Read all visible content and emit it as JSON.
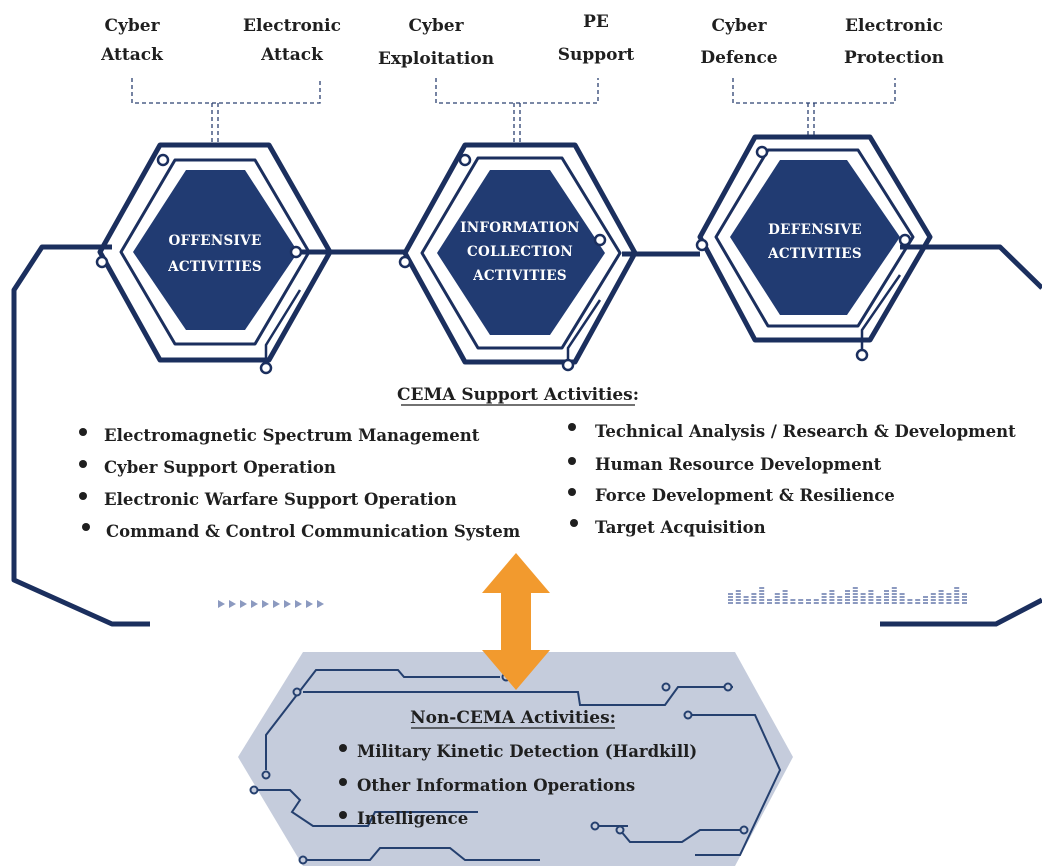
{
  "top_labels": [
    {
      "line1": "Cyber",
      "line2": "Attack"
    },
    {
      "line1": "Electronic",
      "line2": "Attack"
    },
    {
      "line1": "Cyber",
      "line2": "Exploitation"
    },
    {
      "line1": "PE",
      "line2": "Support"
    },
    {
      "line1": "Cyber",
      "line2": "Defence"
    },
    {
      "line1": "Electronic",
      "line2": "Protection"
    }
  ],
  "hexagons": [
    {
      "lines": [
        "OFFENSIVE",
        "ACTIVITIES"
      ]
    },
    {
      "lines": [
        "INFORMATION",
        "COLLECTION",
        "ACTIVITIES"
      ]
    },
    {
      "lines": [
        "DEFENSIVE",
        "ACTIVITIES"
      ]
    }
  ],
  "cema": {
    "heading": "CEMA Support Activities:",
    "left_items": [
      "Electromagnetic Spectrum Management",
      "Cyber Support Operation",
      "Electronic Warfare Support Operation",
      "Command & Control Communication System"
    ],
    "right_items": [
      "Technical Analysis / Research & Development",
      "Human Resource Development",
      "Force Development & Resilience",
      "Target Acquisition"
    ]
  },
  "non_cema": {
    "heading": "Non-CEMA Activities:",
    "items": [
      "Military Kinetic Detection (Hardkill)",
      "Other Information Operations",
      "Intelligence"
    ]
  },
  "colors": {
    "navy": "#1b2f5e",
    "hex_fill": "#213b72",
    "arrow": "#f29a2e",
    "non_cema_bg": "#c5ccdc",
    "circuit": "#25406f"
  }
}
